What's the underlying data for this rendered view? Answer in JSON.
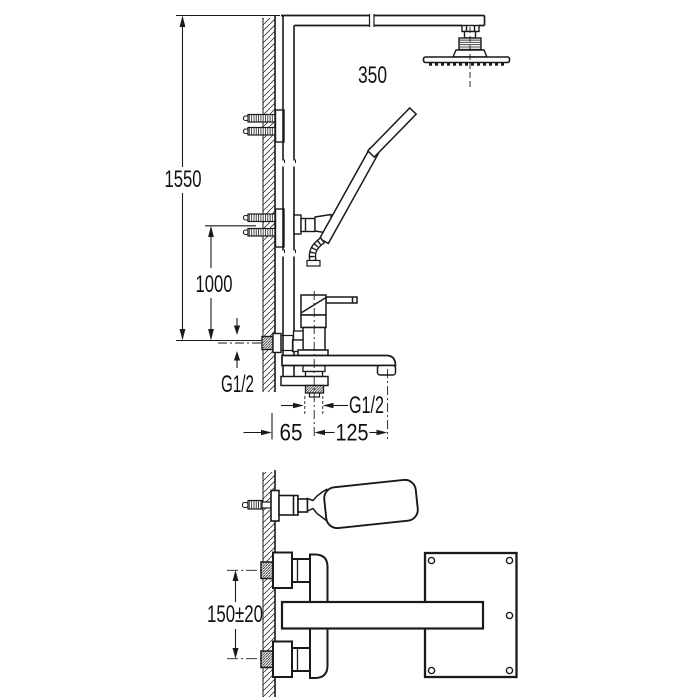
{
  "page": {
    "background": "#ffffff",
    "line_color": "#1a1a1a"
  },
  "drawing": {
    "type": "technical-installation-diagram",
    "subject": "thermostatic shower column with bath spout and hand shower",
    "views": {
      "front": {
        "dimensions": {
          "total_height": "1550",
          "hand_shower_height": "1000",
          "arm_projection": "350",
          "wall_inlet_thread": "G1/2",
          "outlet_thread": "G1/2",
          "wall_to_axis": "65",
          "axis_to_spout": "125"
        }
      },
      "side": {
        "dimensions": {
          "inlet_spacing": "150±20"
        }
      }
    }
  }
}
